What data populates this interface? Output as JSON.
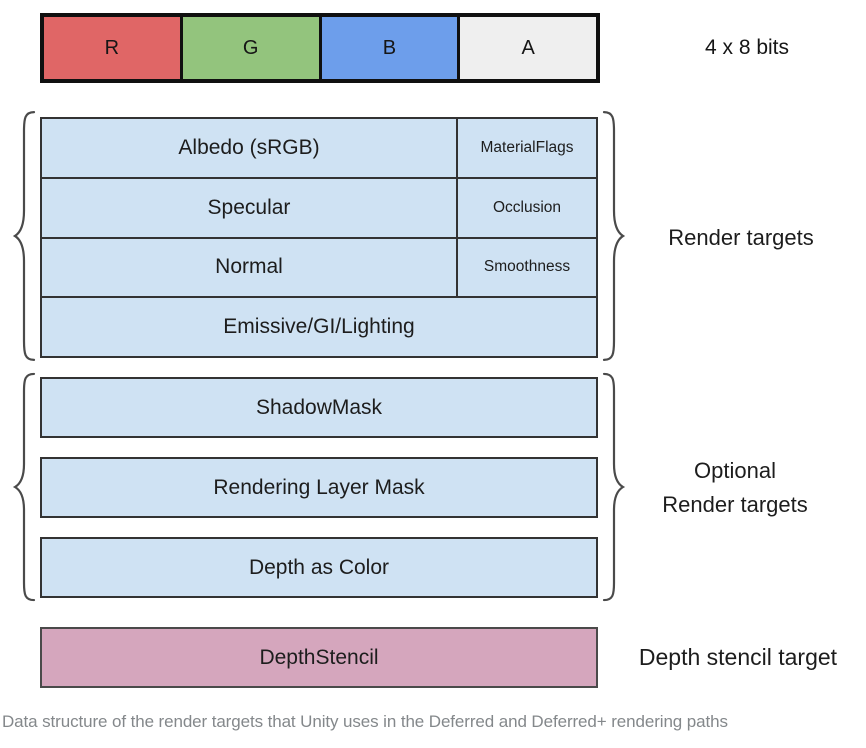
{
  "pixel_strip": {
    "annotation": "4 x 8 bits",
    "cells": [
      {
        "label": "R",
        "color": "#e06666"
      },
      {
        "label": "G",
        "color": "#93c47d"
      },
      {
        "label": "B",
        "color": "#6d9eeb"
      },
      {
        "label": "A",
        "color": "#efefef"
      }
    ]
  },
  "render_targets": {
    "brace_label": "Render targets",
    "rows": [
      {
        "main": "Albedo (sRGB)",
        "alpha": "MaterialFlags"
      },
      {
        "main": "Specular",
        "alpha": "Occlusion"
      },
      {
        "main": "Normal",
        "alpha": "Smoothness"
      },
      {
        "main": "Emissive/GI/Lighting"
      }
    ]
  },
  "optional_render_targets": {
    "brace_label_lines": [
      "Optional",
      "Render targets"
    ],
    "rows": [
      "ShadowMask",
      "Rendering Layer Mask",
      "Depth as Color"
    ]
  },
  "depth_stencil": {
    "box_label": "DepthStencil",
    "annotation": "Depth stencil target",
    "color": "#d5a6bd"
  },
  "caption": "Data structure of the render targets that Unity uses in the Deferred and Deferred+ rendering paths",
  "colors": {
    "cell_blue": "#cfe2f3",
    "border": "#333333",
    "brace": "#4a4a4a",
    "caption_gray": "#84888b"
  }
}
